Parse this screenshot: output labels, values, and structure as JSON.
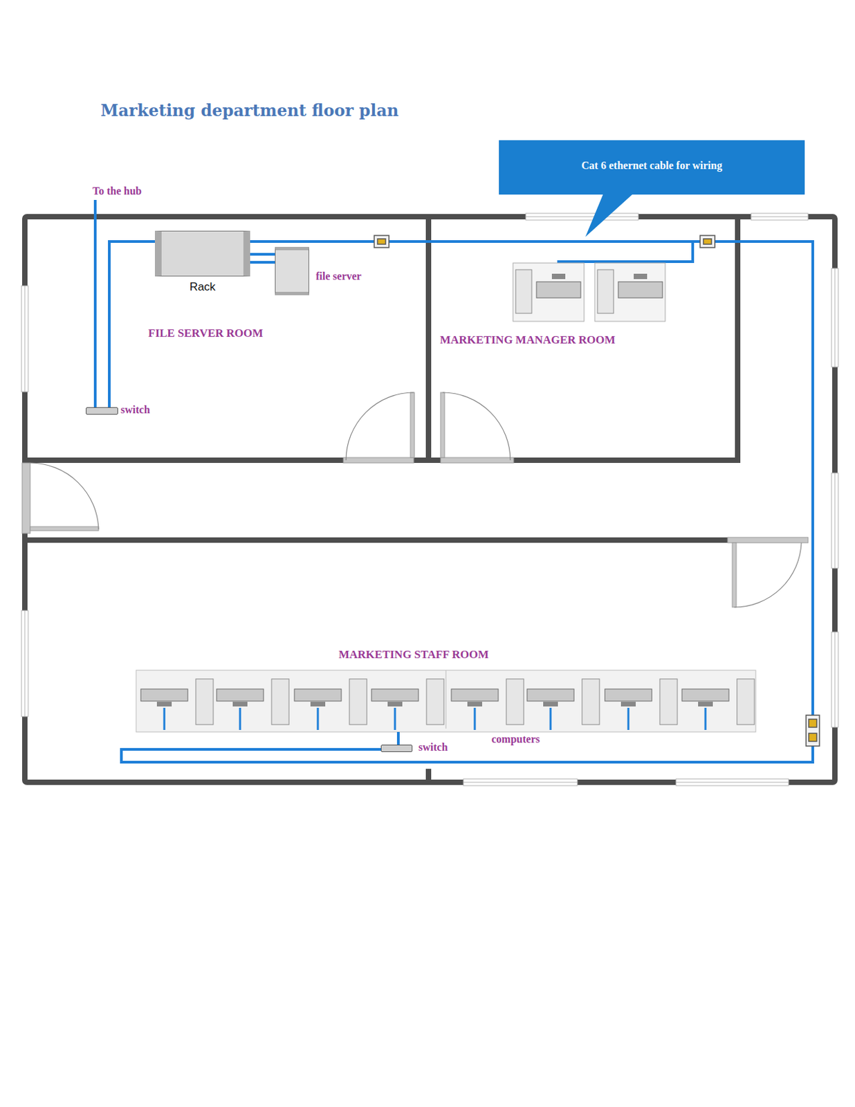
{
  "diagram": {
    "title": "Marketing department floor plan",
    "nodes": [
      {
        "text": [
          "Cat 6 ethernet cable for wiring"
        ]
      },
      {
        "text": [
          "FILE SERVER ROOM"
        ]
      },
      {
        "text": [
          "Rack"
        ],
        "in": 1
      },
      {
        "text": [
          "file server"
        ],
        "in": 1
      },
      {
        "text": [
          "switch"
        ],
        "in": 1
      },
      {
        "text": [
          "MARKETING MANAGER ROOM"
        ]
      },
      {
        "text": [
          "MARKETING STAFF ROOM"
        ]
      },
      {
        "text": [
          "computers"
        ],
        "in": 6
      },
      {
        "text": [
          "switch"
        ],
        "in": 6
      }
    ],
    "edges": [
      {
        "from": 4,
        "to": 2,
        "arrow": "none"
      },
      {
        "from": 2,
        "to": 3,
        "arrow": "none"
      },
      {
        "from": 8,
        "to": 7,
        "arrow": "none"
      }
    ],
    "labels": [
      "To the hub"
    ]
  }
}
